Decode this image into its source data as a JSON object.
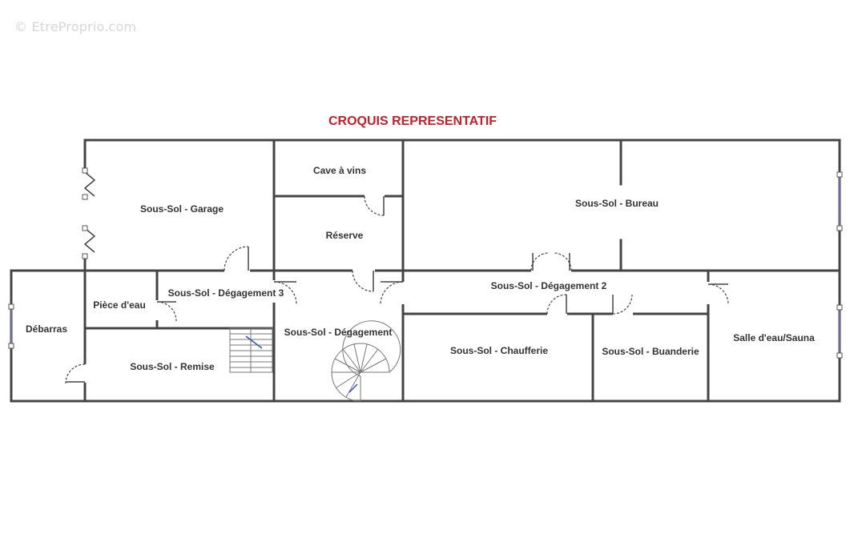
{
  "watermark": "© EtreProprio.com",
  "title": "CROQUIS REPRESENTATIF",
  "rooms": [
    {
      "label": "Sous-Sol - Garage"
    },
    {
      "label": "Cave à vins"
    },
    {
      "label": "Réserve"
    },
    {
      "label": "Sous-Sol - Bureau"
    },
    {
      "label": "Débarras"
    },
    {
      "label": "Pièce d'eau"
    },
    {
      "label": "Sous-Sol - Dégagement 3"
    },
    {
      "label": "Sous-Sol - Remise"
    },
    {
      "label": "Sous-Sol - Dégagement"
    },
    {
      "label": "Sous-Sol - Dégagement 2"
    },
    {
      "label": "Sous-Sol - Chaufferie"
    },
    {
      "label": "Sous-Sol - Buanderie"
    },
    {
      "label": "Salle d'eau/Sauna"
    }
  ]
}
